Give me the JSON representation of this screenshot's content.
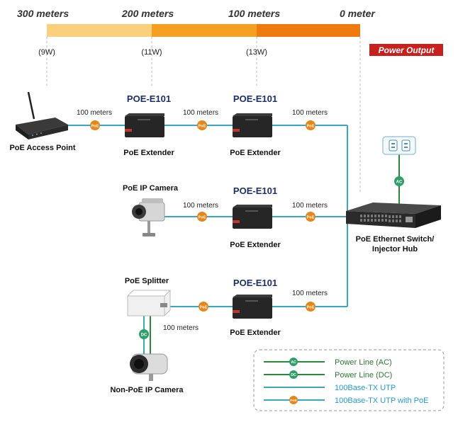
{
  "distance_scale": {
    "labels": [
      "300 meters",
      "200 meters",
      "100 meters",
      "0 meter"
    ],
    "power_levels": [
      "(9W)",
      "(11W)",
      "(13W)"
    ],
    "power_output_label": "Power Output",
    "colors": [
      "#fbd07c",
      "#f5a020",
      "#ee7a10"
    ]
  },
  "devices": {
    "access_point": "PoE Access Point",
    "extender_label": "PoE Extender",
    "extender_model": "POE-E101",
    "ip_camera": "PoE IP Camera",
    "splitter": "PoE Splitter",
    "non_poe_camera": "Non-PoE IP Camera",
    "switch_line1": "PoE Ethernet Switch/",
    "switch_line2": "Injector Hub"
  },
  "cable": {
    "distance_label": "100 meters",
    "poe_badge": "PoE",
    "ac_badge": "AC",
    "dc_badge": "DC"
  },
  "legend": {
    "items": [
      {
        "label": "Power Line (AC)",
        "badge": "AC",
        "color": "#2a8a3a"
      },
      {
        "label": "Power Line (DC)",
        "badge": "DC",
        "color": "#2a8a3a"
      },
      {
        "label": "100Base-TX UTP",
        "badge": "",
        "color": "#1f9bd6"
      },
      {
        "label": "100Base-TX UTP with PoE",
        "badge": "PoE",
        "color": "#1f9bd6"
      }
    ]
  },
  "colors": {
    "line": "#35a9c4",
    "poe_badge": "#e8861a",
    "green_badge": "#2fa06a",
    "model_text": "#1a2f6e",
    "power_output_bg": "#c8201c"
  }
}
